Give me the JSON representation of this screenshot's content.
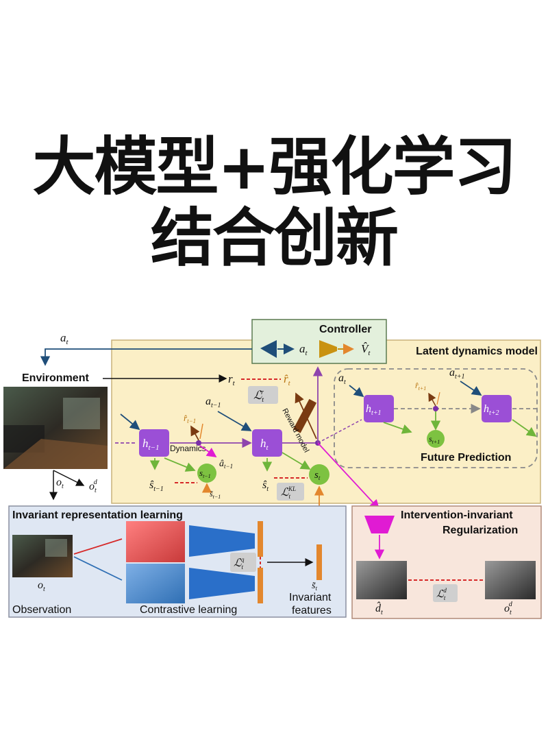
{
  "title": {
    "line1": "大模型+强化学习",
    "line2": "结合创新"
  },
  "diagram": {
    "controller": {
      "label": "Controller",
      "action": "a",
      "action_sub": "t",
      "value": "V̂",
      "value_sub": "t"
    },
    "latent_model": {
      "label": "Latent dynamics model"
    },
    "environment": {
      "label": "Environment",
      "action_in": "a",
      "action_in_sub": "t",
      "obs": "o",
      "obs_sub": "t",
      "obs_d": "o",
      "obs_d_sub": "t",
      "obs_d_sup": "d"
    },
    "nodes": {
      "h_prev": {
        "main": "h",
        "sub": "t−1"
      },
      "h_t": {
        "main": "h",
        "sub": "t"
      },
      "h_next": {
        "main": "h",
        "sub": "t+1"
      },
      "h_next2": {
        "main": "h",
        "sub": "t+2"
      },
      "s_prev": {
        "main": "s",
        "sub": "t−1"
      },
      "s_t": {
        "main": "s",
        "sub": "t"
      },
      "s_next": {
        "main": "s",
        "sub": "t+1"
      }
    },
    "labels": {
      "dynamics": "Dynamics",
      "reward_model": "Reward model",
      "future_prediction": "Future Prediction",
      "r_t": "r",
      "r_t_sub": "t",
      "r_hat_t": "r̂",
      "r_hat_t_sub": "t",
      "r_hat_prev": "r̂",
      "r_hat_prev_sub": "t−1",
      "r_hat_next": "r̂",
      "r_hat_next_sub": "t+1",
      "a_prev": "a",
      "a_prev_sub": "t−1",
      "a_t_top": "a",
      "a_t_top_sub": "t",
      "a_next": "a",
      "a_next_sub": "t+1",
      "a_hat_prev": "â",
      "a_hat_prev_sub": "t−1",
      "s_hat_prev": "ŝ",
      "s_hat_prev_sub": "t−1",
      "s_tilde_prev": "s̃",
      "s_tilde_prev_sub": "t−1",
      "s_hat_t": "ŝ",
      "s_hat_t_sub": "t",
      "s_tilde_t": "s̃",
      "s_tilde_t_sub": "t",
      "loss_r": "ℒ",
      "loss_r_sub": "t",
      "loss_r_sup": "r",
      "loss_kl": "ℒ",
      "loss_kl_sub": "t",
      "loss_kl_sup": "KL",
      "loss_q": "ℒ",
      "loss_q_sub": "t",
      "loss_q_sup": "q",
      "loss_d": "ℒ",
      "loss_d_sub": "t",
      "loss_d_sup": "d"
    },
    "invariant_panel": {
      "title": "Invariant representation learning",
      "observation": "Observation",
      "contrastive": "Contrastive learning",
      "invariant_features_1": "Invariant",
      "invariant_features_2": "features",
      "o_t": "o",
      "o_t_sub": "t"
    },
    "intervention_panel": {
      "title_1": "Intervention-invariant",
      "title_2": "Regularization",
      "d_hat": "d̂",
      "d_hat_sub": "t",
      "o_d": "o",
      "o_d_sub": "t",
      "o_d_sup": "d"
    },
    "colors": {
      "latent_bg": "#fbefc6",
      "panel_bg": "#dfe7f3",
      "intervention_bg": "#f8e6dc",
      "controller_bg": "#e3f0dc",
      "h_node": "#9b4fd6",
      "s_node": "#7dc241",
      "blue": "#1f4e79",
      "orange": "#e3872d",
      "magenta": "#e01bd3",
      "red_dash": "#d62828"
    }
  }
}
